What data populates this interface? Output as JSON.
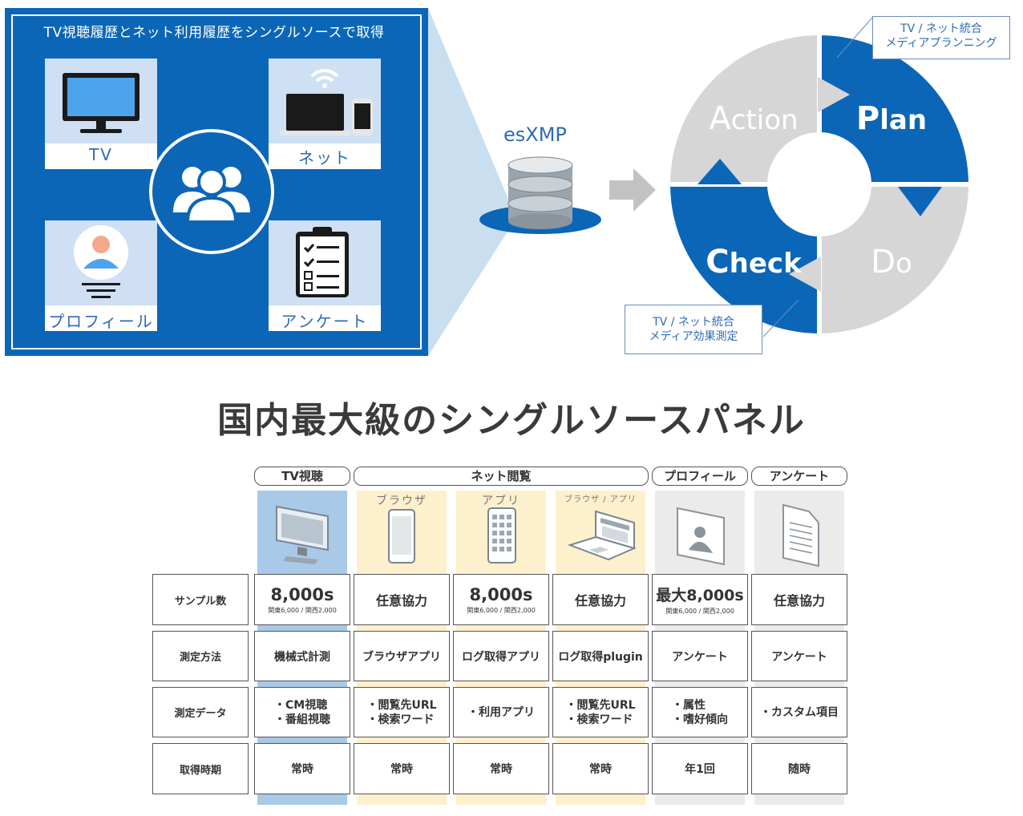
{
  "panel": {
    "title": "TV視聴履歴とネット利用履歴をシングルソースで取得",
    "cards": [
      {
        "label": "TV",
        "icon": "tv-icon"
      },
      {
        "label": "ネット",
        "icon": "devices-wifi-icon"
      },
      {
        "label": "プロフィール",
        "icon": "profile-icon"
      },
      {
        "label": "アンケート",
        "icon": "clipboard-checklist-icon"
      }
    ],
    "hub_icon": "users-group-icon"
  },
  "esxmp": {
    "label": "esXMP",
    "icon": "database-icon"
  },
  "arrow_icon": "right-arrow-icon",
  "pdca": {
    "quadrants": [
      {
        "name": "Plan",
        "initial": "P",
        "rest": "lan",
        "color": "#0b66b8"
      },
      {
        "name": "Do",
        "initial": "D",
        "rest": "o",
        "color": "#d6d6d6"
      },
      {
        "name": "Check",
        "initial": "C",
        "rest": "heck",
        "color": "#0b66b8"
      },
      {
        "name": "Action",
        "initial": "A",
        "rest": "ction",
        "color": "#d6d6d6"
      }
    ],
    "note_plan": {
      "line1": "TV / ネット統合",
      "line2": "メディアプランニング"
    },
    "note_check": {
      "line1": "TV / ネット統合",
      "line2": "メディア効果測定"
    }
  },
  "headline": "国内最大級のシングルソースパネル",
  "table": {
    "groups": [
      "TV視聴",
      "ネット閲覧",
      "プロフィール",
      "アンケート"
    ],
    "sublabels": [
      "ブラウザ",
      "アプリ",
      "ブラウザ / アプリ"
    ],
    "column_icons": [
      "tv-icon",
      "smartphone-icon",
      "app-phone-icon",
      "laptop-icon",
      "id-card-icon",
      "document-icon"
    ],
    "column_colors": [
      "#a9c9e8",
      "#fdf0cc",
      "#fdf0cc",
      "#fdf0cc",
      "#ebebeb",
      "#ebebeb"
    ],
    "row_headers": [
      "サンプル数",
      "測定方法",
      "測定データ",
      "取得時期"
    ],
    "samples": [
      {
        "main": "8,000s",
        "sub": "関東6,000 / 関西2,000"
      },
      {
        "main": "任意協力",
        "sub": ""
      },
      {
        "main": "8,000s",
        "sub": "関東6,000 / 関西2,000"
      },
      {
        "main": "任意協力",
        "sub": ""
      },
      {
        "main": "最大8,000s",
        "sub": "関東6,000 / 関西2,000"
      },
      {
        "main": "任意協力",
        "sub": ""
      }
    ],
    "methods": [
      "機械式計測",
      "ブラウザアプリ",
      "ログ取得アプリ",
      "ログ取得plugin",
      "アンケート",
      "アンケート"
    ],
    "data": [
      [
        "・CM視聴",
        "・番組視聴"
      ],
      [
        "・閲覧先URL",
        "・検索ワード"
      ],
      [
        "・利用アプリ"
      ],
      [
        "・閲覧先URL",
        "・検索ワード"
      ],
      [
        "・属性",
        "・嗜好傾向"
      ],
      [
        "・カスタム項目"
      ]
    ],
    "timing": [
      "常時",
      "常時",
      "常時",
      "常時",
      "年1回",
      "随時"
    ]
  }
}
